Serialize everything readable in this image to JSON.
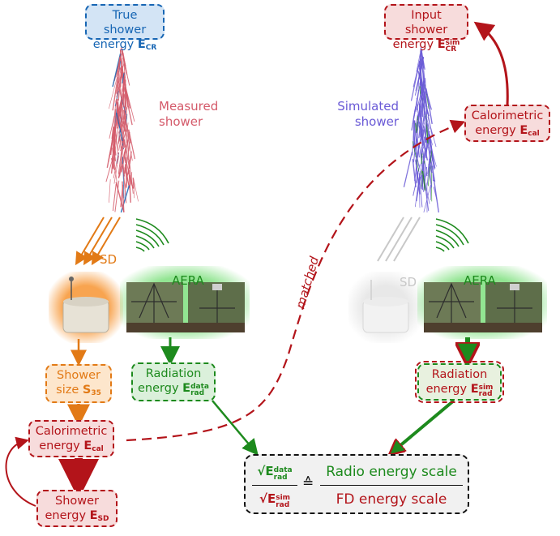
{
  "labels": {
    "measured_shower": "Measured\nshower",
    "simulated_shower": "Simulated\nshower",
    "sd_left": "SD",
    "sd_right": "SD",
    "aera_left": "AERA",
    "aera_right": "AERA",
    "matched": "matched"
  },
  "boxes": {
    "true_shower": {
      "line1": "True shower",
      "line2": "energy ",
      "sym": "E",
      "sub": "CR"
    },
    "input_shower": {
      "line1": "Input shower",
      "line2": "energy ",
      "sym": "E",
      "sub": "CR",
      "sup": "sim"
    },
    "calorimetric_right": {
      "line1": "Calorimetric",
      "line2": "energy ",
      "sym": "E",
      "sub": "cal"
    },
    "shower_size": {
      "line1": "Shower",
      "line2": "size ",
      "sym": "S",
      "sub": "35"
    },
    "radiation_data": {
      "line1": "Radiation",
      "line2": "energy ",
      "sym": "E",
      "sub": "rad",
      "sup": "data"
    },
    "radiation_sim": {
      "line1": "Radiation",
      "line2": "energy ",
      "sym": "E",
      "sub": "rad",
      "sup": "sim"
    },
    "calorimetric_left": {
      "line1": "Calorimetric",
      "line2": "energy ",
      "sym": "E",
      "sub": "cal"
    },
    "shower_sd": {
      "line1": "Shower",
      "line2": "energy ",
      "sym": "E",
      "sub": "SD"
    }
  },
  "formula": {
    "num_left_sqrt": "√",
    "num_left_sym": "E",
    "num_left_sup": "data",
    "num_left_sub": "rad",
    "den_left_sqrt": "√",
    "den_left_sym": "E",
    "den_left_sup": "sim",
    "den_left_sub": "rad",
    "relation": "≙",
    "num_right": "Radio energy scale",
    "den_right": "FD energy scale"
  },
  "colors": {
    "blue": "#1766b4",
    "red": "#b3141a",
    "orange": "#e27a16",
    "green": "#1d8a1d",
    "shower_red": "#d45a6a",
    "shower_blue": "#6a5ad6",
    "grey": "#c8c8c8"
  }
}
